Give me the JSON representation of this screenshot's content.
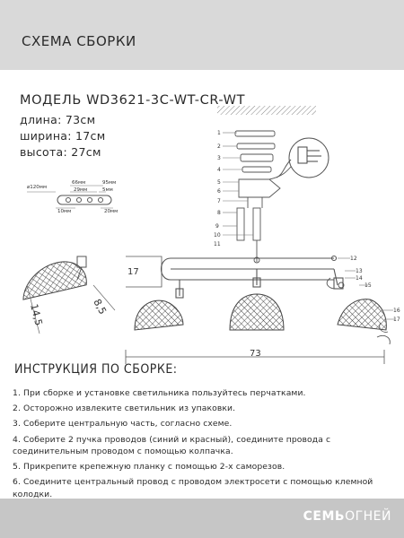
{
  "header": {
    "title": "СХЕМА СБОРКИ"
  },
  "model": {
    "label": "МОДЕЛЬ WD3621-3C-WT-CR-WT"
  },
  "specs": [
    {
      "label": "длина:",
      "value": "73см"
    },
    {
      "label": "ширина:",
      "value": "17см"
    },
    {
      "label": "высота:",
      "value": "27см"
    }
  ],
  "detail_dims": {
    "d120": "⌀120мм",
    "d66": "66мм",
    "d95": "95мм",
    "d29": "29мм",
    "d5": "5мм",
    "d10": "10мм",
    "d20": "20мм"
  },
  "diagram": {
    "width_17": "17",
    "length_73": "73",
    "shade_145": "14,5",
    "shade_85": "8,5",
    "parts": [
      "1",
      "2",
      "3",
      "4",
      "5",
      "6",
      "7",
      "8",
      "9",
      "10",
      "11",
      "12",
      "13",
      "14",
      "15",
      "16",
      "17"
    ]
  },
  "instructions": {
    "title": "ИНСТРУКЦИЯ ПО СБОРКЕ:",
    "steps": [
      "1. При сборке и установке светильника пользуйтесь перчатками.",
      "2. Осторожно извлеките светильник из упаковки.",
      "3. Соберите центральную часть, согласно схеме.",
      "4. Соберите 2 пучка проводов (синий и красный), соедините провода с соединительным проводом с помощью колпачка.",
      "5. Прикрепите крепежную планку с помощью 2-х саморезов.",
      "6. Соедините центральный провод с проводом электросети с помощью клемной колодки."
    ]
  },
  "footer": {
    "brand_bold": "СЕМЬ",
    "brand_light": "ОГНЕЙ"
  }
}
